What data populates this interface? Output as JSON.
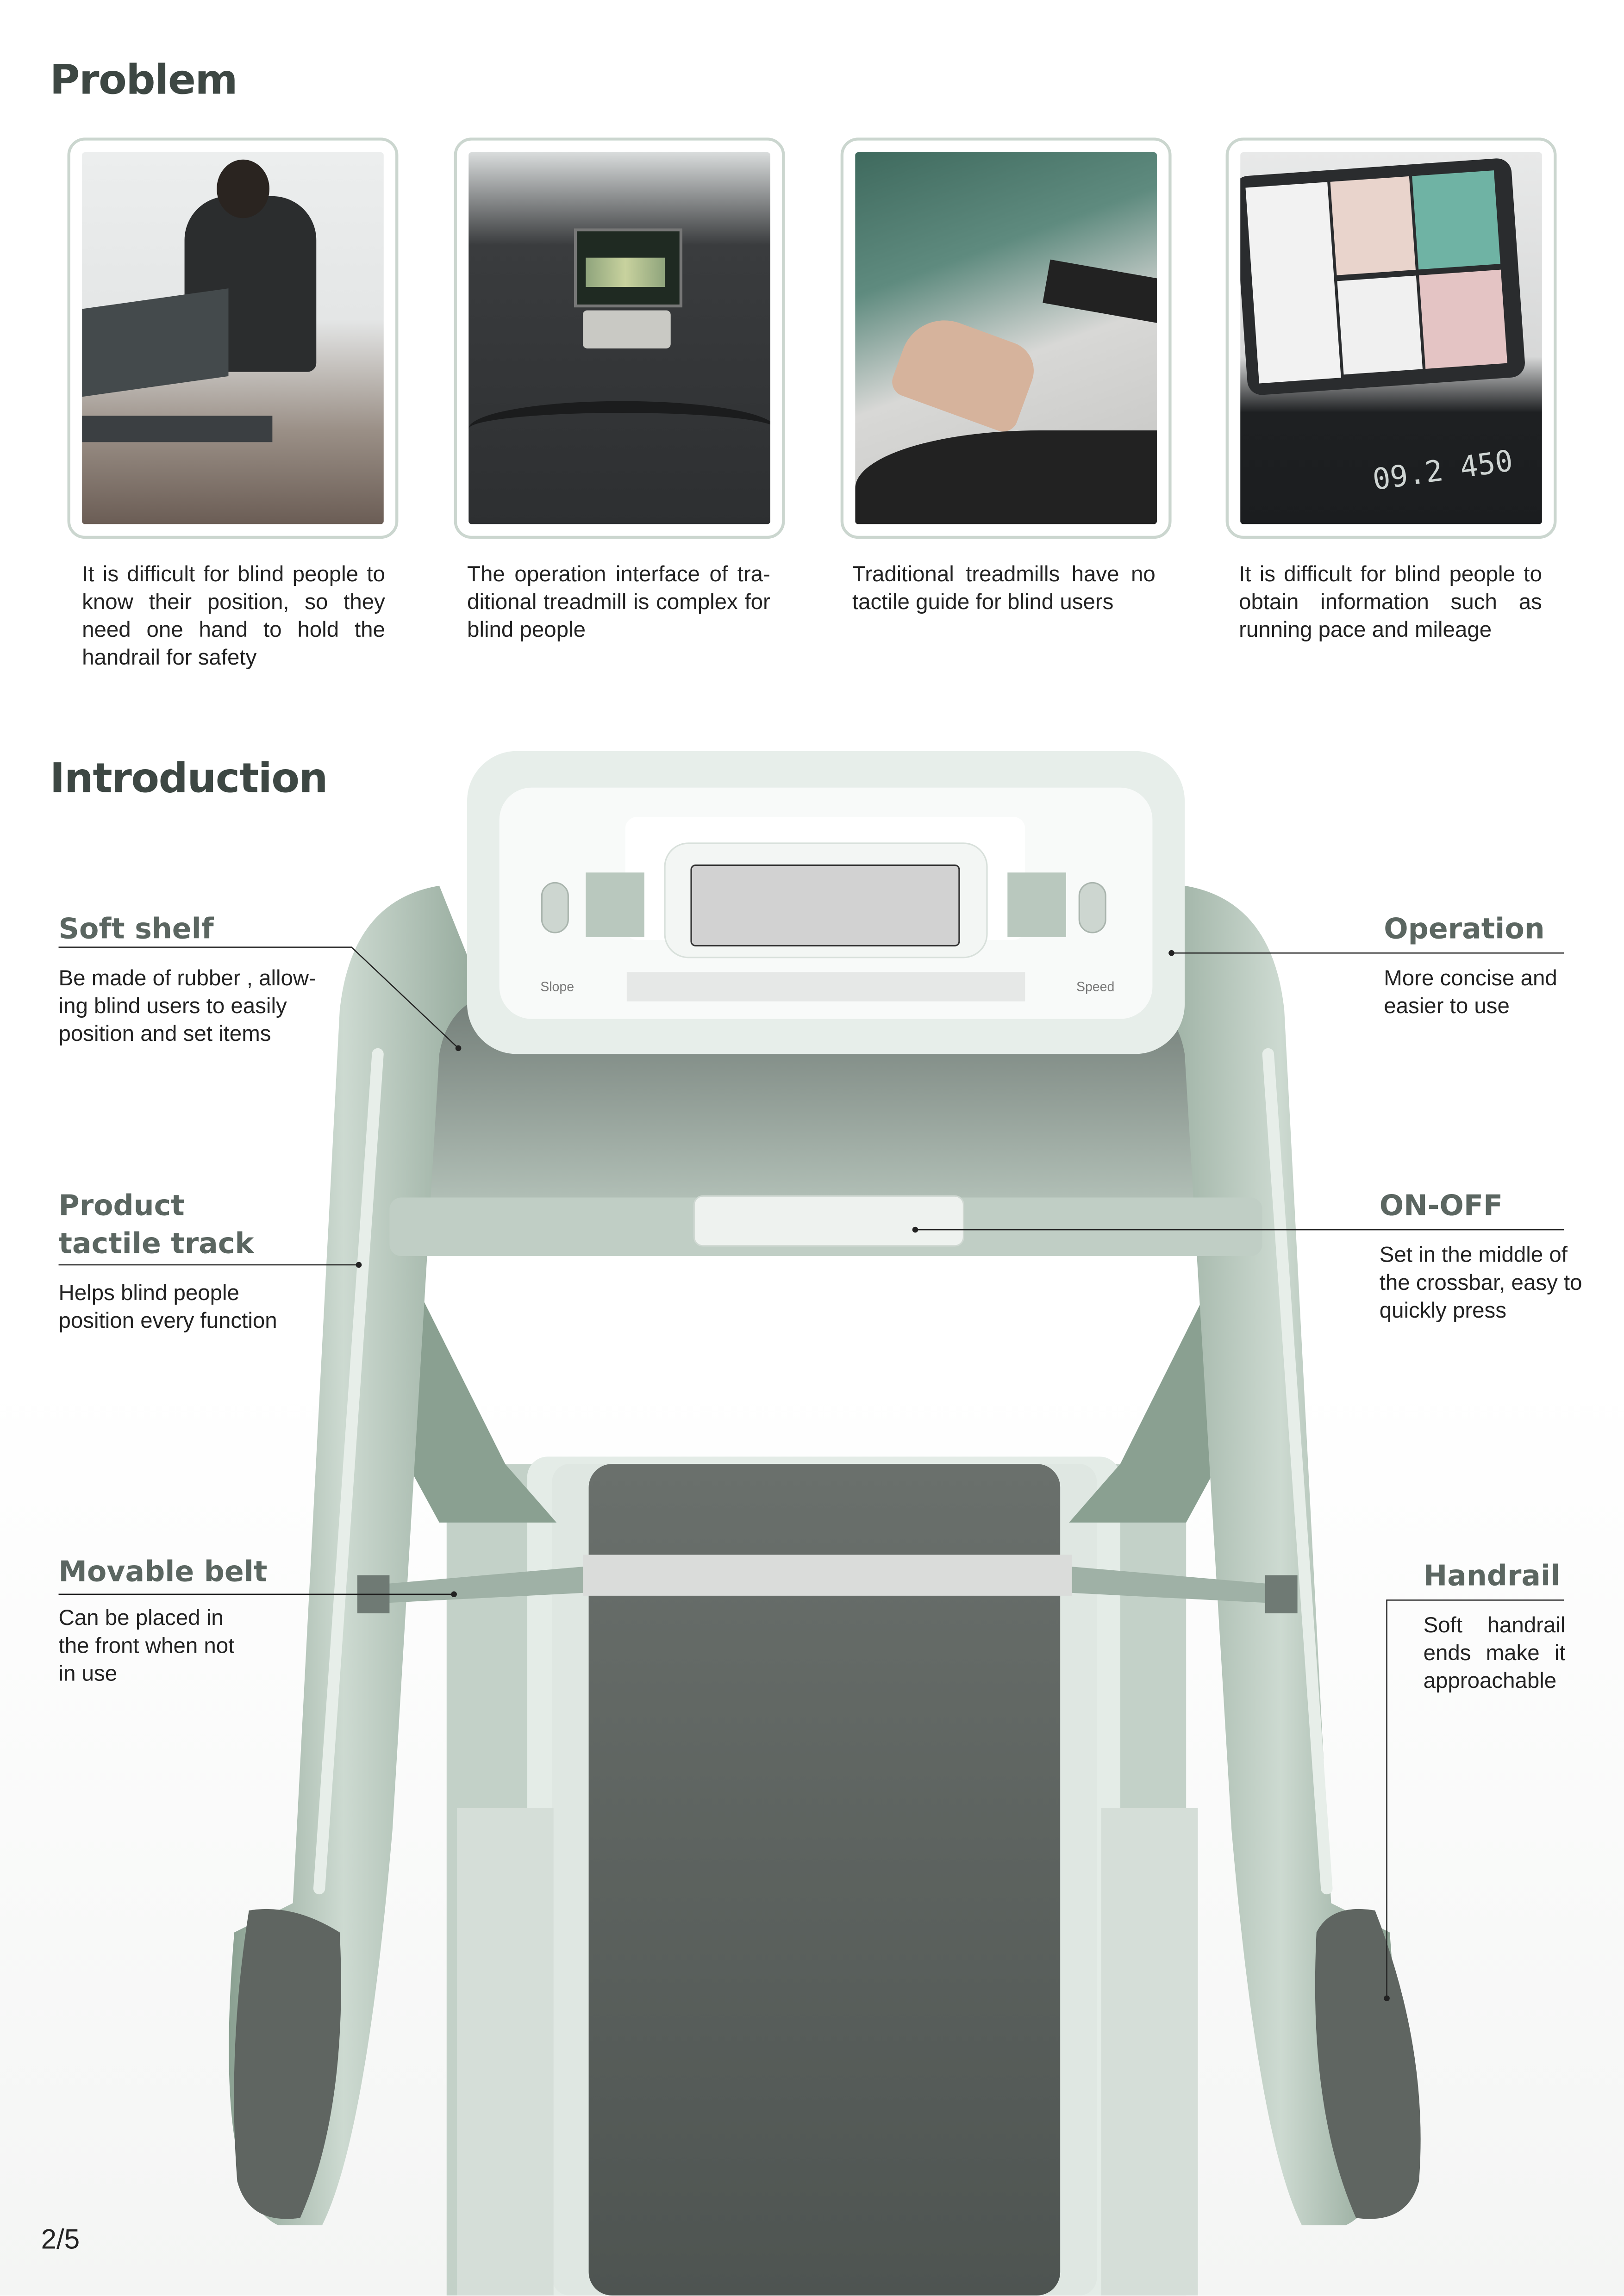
{
  "problem": {
    "title": "Problem",
    "cards": [
      {
        "photo": "person-on-treadmill-holding-handrail",
        "caption": "It is difficult for blind people to know their position, so they need one hand to hold the handrail for safety"
      },
      {
        "photo": "traditional-treadmill-console",
        "caption": "The operation interface of tra-ditional treadmill is complex for blind people"
      },
      {
        "photo": "hand-on-treadmill-handrail",
        "caption": "Traditional treadmills have no tactile guide for blind users"
      },
      {
        "photo": "tablet-running-data-display",
        "caption": "It is difficult for blind people to obtain information such as running pace and mileage",
        "display_values": [
          "09.2",
          "450"
        ]
      }
    ]
  },
  "introduction": {
    "title": "Introduction",
    "console": {
      "left_label": "Slope",
      "right_label": "Speed"
    },
    "callouts": {
      "soft_shelf": {
        "title": "Soft shelf",
        "desc": "Be made of rubber , allow-ing blind users to easily position and set items"
      },
      "tactile_track": {
        "title": "Product tactile track",
        "desc": "Helps blind people position every function"
      },
      "movable_belt": {
        "title": "Movable belt",
        "desc": "Can be placed in the front when not in use"
      },
      "operation": {
        "title": "Operation",
        "desc": "More concise and easier to use"
      },
      "on_off": {
        "title": "ON-OFF",
        "desc": "Set in the middle of the crossbar, easy to quickly press"
      },
      "handrail": {
        "title": "Handrail",
        "desc": "Soft handrail ends make it approachable"
      }
    }
  },
  "page_number": "2/5",
  "colors": {
    "heading": "#3d4743",
    "label": "#5b6661",
    "frame": "#a9bcb0",
    "belt": "#5d625f",
    "card_border": "#cbd6cf"
  }
}
